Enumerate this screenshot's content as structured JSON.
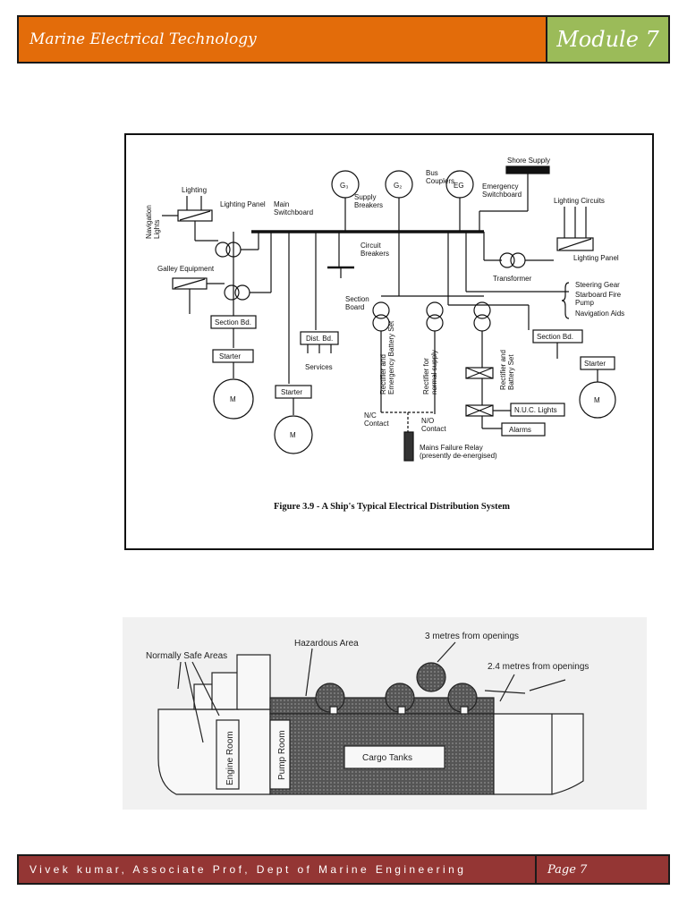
{
  "header": {
    "title": "Marine Electrical Technology",
    "module": "Module 7"
  },
  "figure1": {
    "caption": "Figure 3.9 - A Ship's Typical Electrical Distribution System",
    "labels": {
      "shore_supply": "Shore Supply",
      "g3": "G₃",
      "g2": "G₂",
      "eg": "EG",
      "lighting": "Lighting",
      "lighting_panel": "Lighting Panel",
      "main_switchboard": "Main\nSwitchboard",
      "supply_breakers": "Supply\nBreakers",
      "bus_couplers": "Bus\nCouplers",
      "emergency_switchboard": "Emergency\nSwitchboard",
      "lighting_circuits": "Lighting Circuits",
      "navigation_lights": "Navigation\nLights",
      "galley_equipment": "Galley Equipment",
      "circuit_breakers": "Circuit\nBreakers",
      "section_board": "Section\nBoard",
      "transformer": "Transformer",
      "lighting_panel_2": "Lighting Panel",
      "steering_gear": "Steering Gear",
      "starboard_fire_pump": "Starboard Fire\nPump",
      "navigation_aids": "Navigation Aids",
      "section_bd_left": "Section Bd.",
      "dist_bd": "Dist. Bd.",
      "services": "Services",
      "starter_left": "Starter",
      "motor_left": "M",
      "starter_mid": "Starter",
      "motor_mid": "M",
      "rectifier_emergency": "Rectifier and\nEmergency Battery Set",
      "rectifier_normal": "Rectifier for\nnormal supply",
      "rectifier_battery": "Rectifier and\nBattery Set",
      "section_bd_right": "Section Bd.",
      "starter_right": "Starter",
      "motor_right": "M",
      "nc_contact": "N/C\nContact",
      "no_contact": "N/O\nContact",
      "nuc_lights": "N.U.C. Lights",
      "alarms": "Alarms",
      "mains_failure_relay": "Mains Failure Relay\n(presently de-energised)"
    }
  },
  "figure2": {
    "labels": {
      "normally_safe": "Normally Safe Areas",
      "hazardous": "Hazardous Area",
      "three_metres": "3 metres from openings",
      "two_four_metres": "2.4 metres from openings",
      "engine_room": "Engine Room",
      "pump_room": "Pump Room",
      "cargo_tanks": "Cargo Tanks"
    }
  },
  "footer": {
    "author": "Vivek kumar, Associate Prof, Dept of Marine Engineering",
    "page": "Page 7"
  }
}
